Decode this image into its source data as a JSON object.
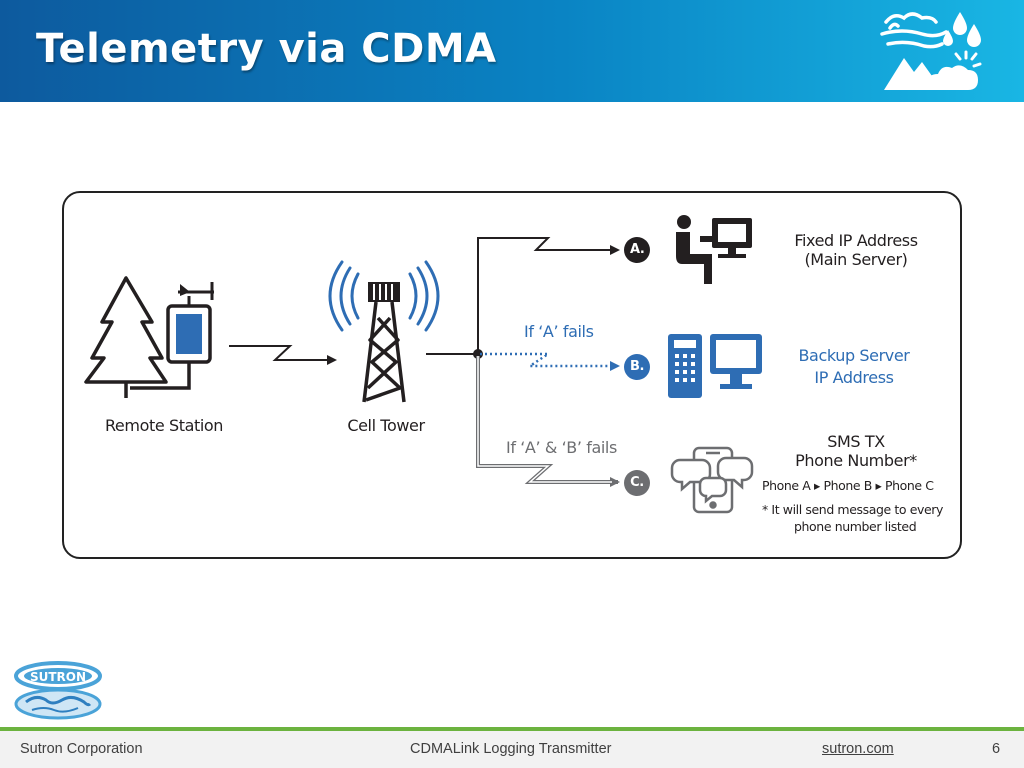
{
  "slide": {
    "title": "Telemetry via CDMA",
    "page_number": "6"
  },
  "diagram": {
    "remote_station_label": "Remote Station",
    "cell_tower_label": "Cell Tower",
    "path_a": {
      "marker": "A.",
      "label_line1": "Fixed IP Address",
      "label_line2": "(Main Server)"
    },
    "path_b": {
      "marker": "B.",
      "condition": "If ‘A’ fails",
      "label_line1": "Backup Server",
      "label_line2": "IP Address"
    },
    "path_c": {
      "marker": "C.",
      "condition": "If ‘A’ & ‘B’ fails",
      "label_line1": "SMS TX",
      "label_line2": "Phone Number*",
      "phones": "Phone A ▸ Phone B ▸ Phone C",
      "note_line1": "* It will send message to every",
      "note_line2": "phone number listed"
    }
  },
  "footer": {
    "company": "Sutron Corporation",
    "product": "CDMALink Logging Transmitter",
    "website": "sutron.com"
  },
  "logo": {
    "text": "SUTRON"
  },
  "colors": {
    "title_gradient_start": "#0d5a9e",
    "title_gradient_end": "#19b6e4",
    "diagram_blue": "#2e6db4",
    "diagram_dark": "#231f20",
    "diagram_gray": "#6d6e71",
    "footer_accent": "#6cb33f"
  }
}
